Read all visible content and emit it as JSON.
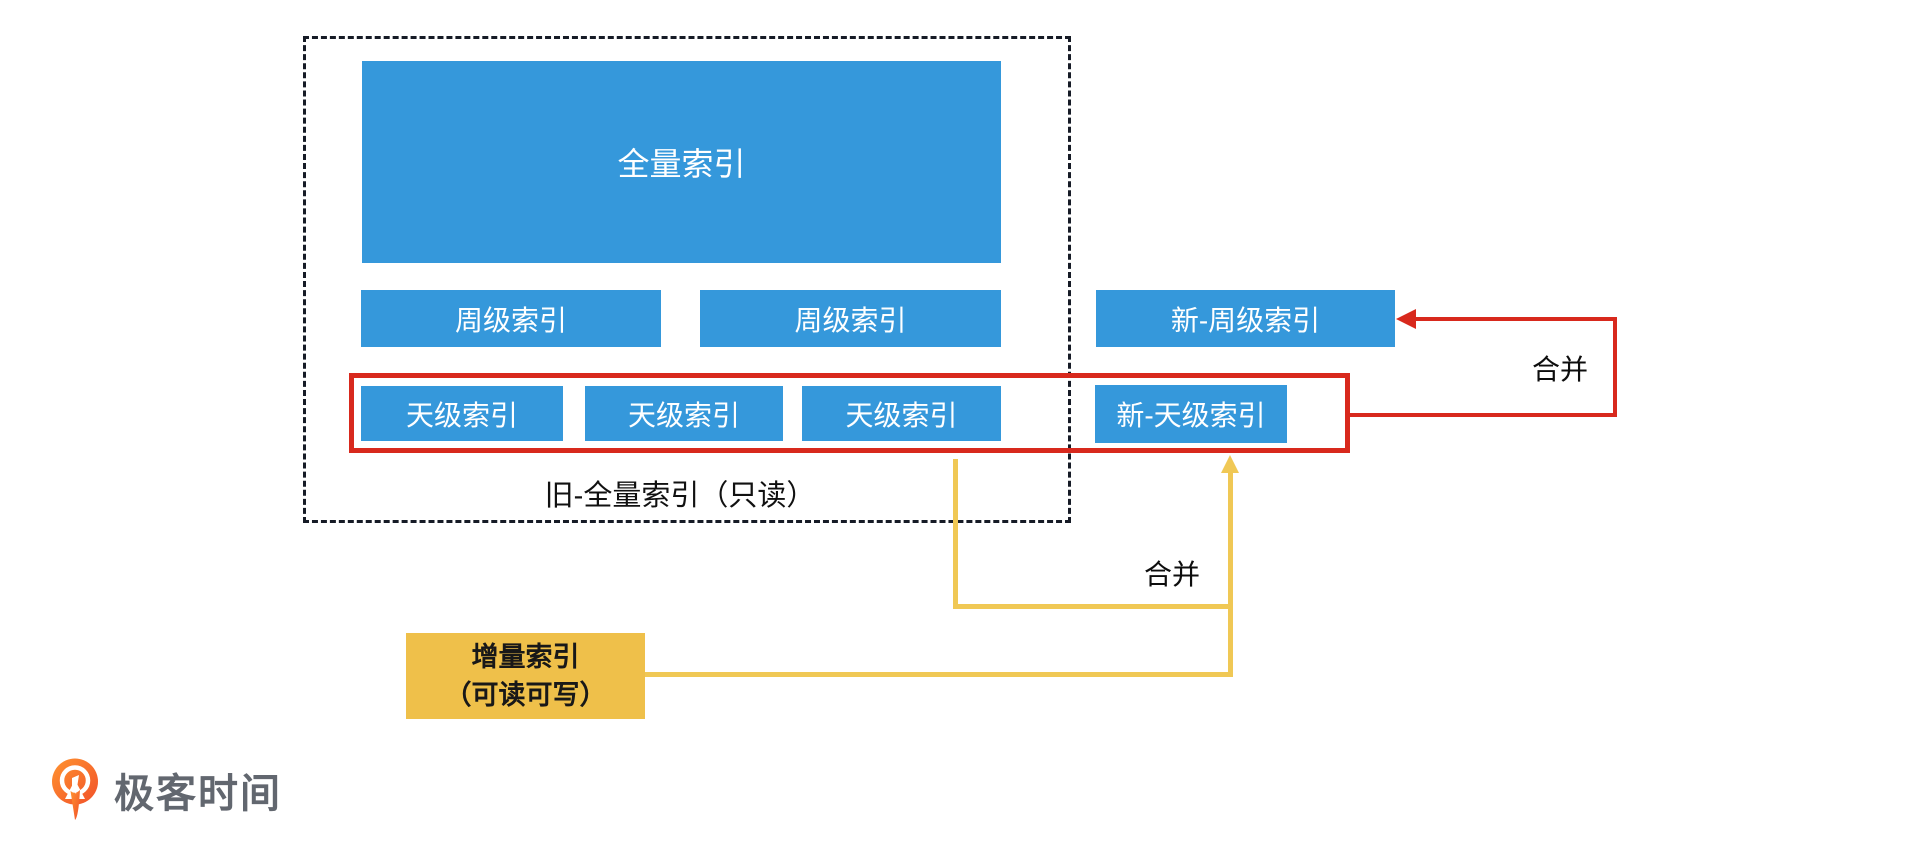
{
  "diagram": {
    "old_full_group": {
      "caption": "旧-全量索引（只读）",
      "full_index_label": "全量索引",
      "week_index_labels": [
        "周级索引",
        "周级索引"
      ],
      "day_index_labels": [
        "天级索引",
        "天级索引",
        "天级索引"
      ]
    },
    "new_indexes": {
      "week_label": "新-周级索引",
      "day_label": "新-天级索引"
    },
    "incremental_index": {
      "title": "增量索引",
      "subtitle": "（可读可写）"
    },
    "merge_labels": {
      "red": "合并",
      "yellow": "合并"
    },
    "colors": {
      "box_blue": "#3598db",
      "arrow_red": "#d8291d",
      "box_yellow": "#efc04a",
      "line_yellow": "#f0c855",
      "logo_orange": "#f96b1c",
      "logo_gray": "#62676f"
    }
  },
  "footer": {
    "logo_text": "极客时间"
  }
}
